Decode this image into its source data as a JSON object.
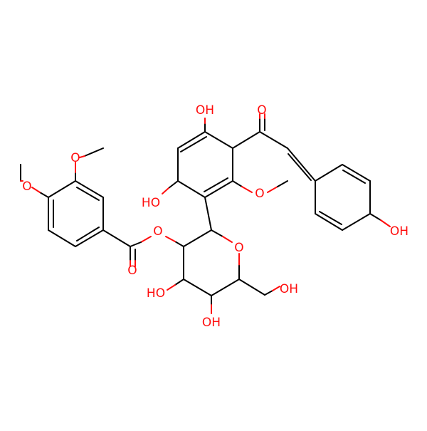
{
  "molecule": {
    "atom_color_oxygen": "#ff0d0d",
    "bond_color": "#000000",
    "background": "#ffffff",
    "labels": {
      "oh_5": "OH",
      "o_ketone": "O",
      "oh_7": "HO",
      "o_ring_pyranone": "O",
      "oh_phenol": "OH",
      "o_ester": "O",
      "o_carbonyl_ester": "O",
      "o_ring_sugar": "O",
      "oh_3": "HO",
      "oh_4": "OH",
      "oh_ch2": "OH",
      "o_methoxy_3": "O",
      "o_methoxy_4": "O"
    }
  }
}
